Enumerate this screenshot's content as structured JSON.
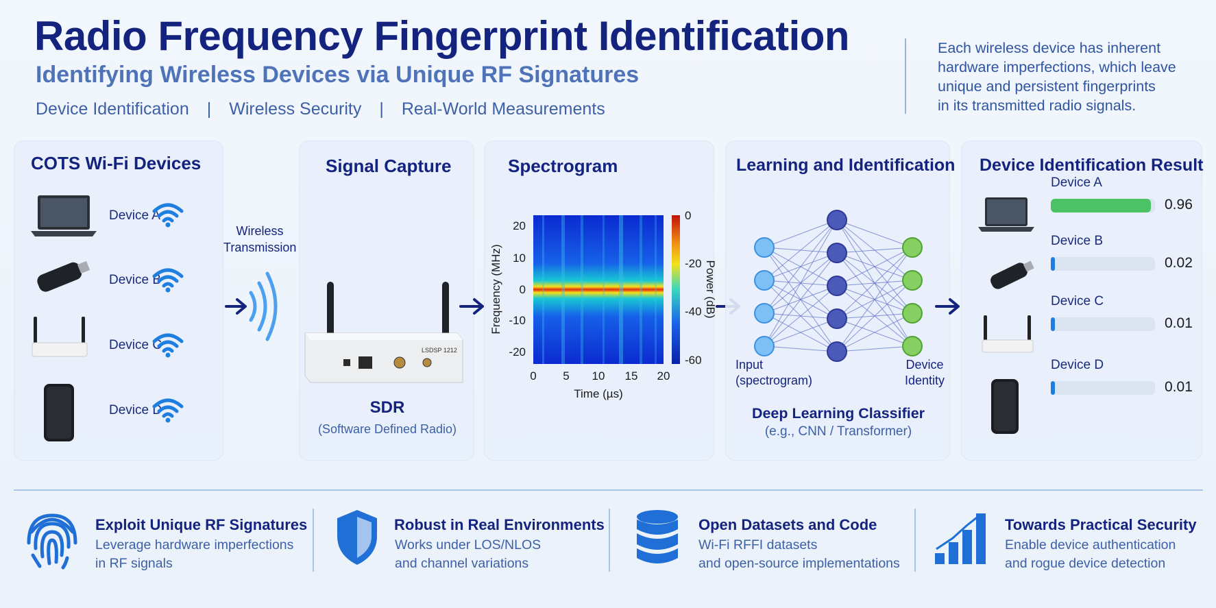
{
  "header": {
    "title": "Radio Frequency Fingerprint Identification",
    "subtitle": "Identifying Wireless Devices via Unique RF Signatures",
    "tags": [
      "Device Identification",
      "Wireless Security",
      "Real-World Measurements"
    ],
    "separator": "|",
    "description": [
      "Each wireless device has inherent",
      "hardware imperfections, which leave",
      "unique and persistent fingerprints",
      "in its transmitted radio signals."
    ]
  },
  "devices_panel": {
    "title": "COTS Wi-Fi Devices",
    "devices": [
      {
        "label": "Device A",
        "icon": "laptop-icon"
      },
      {
        "label": "Device B",
        "icon": "usb-dongle-icon"
      },
      {
        "label": "Device C",
        "icon": "router-icon"
      },
      {
        "label": "Device D",
        "icon": "smartphone-icon"
      }
    ]
  },
  "transmission": {
    "line1": "Wireless",
    "line2": "Transmission"
  },
  "capture_panel": {
    "title": "Signal Capture",
    "sdr_label": "SDR",
    "sdr_caption": "(Software Defined Radio)",
    "device_marking": "LSDSP 1212"
  },
  "spectrogram_panel": {
    "title": "Spectrogram",
    "ylabel": "Frequency (MHz)",
    "xlabel": "Time (µs)",
    "colorbar_label": "Power (dB)",
    "y_ticks": [
      "20",
      "10",
      "0",
      "-10",
      "-20"
    ],
    "x_ticks": [
      "0",
      "5",
      "10",
      "15",
      "20"
    ],
    "colorbar_ticks": [
      "0",
      "-20",
      "-40",
      "-60"
    ]
  },
  "learning_panel": {
    "title": "Learning and Identification",
    "input_label": [
      "Input",
      "(spectrogram)"
    ],
    "output_label": [
      "Device",
      "Identity"
    ],
    "classifier_title": "Deep Learning Classifier",
    "classifier_caption": "(e.g., CNN / Transformer)"
  },
  "result_panel": {
    "title": "Device Identification Result",
    "results": [
      {
        "label": "Device A",
        "score": "0.96",
        "value": 0.96,
        "color": "#4cc266"
      },
      {
        "label": "Device B",
        "score": "0.02",
        "value": 0.02,
        "color": "#1f7fe0"
      },
      {
        "label": "Device C",
        "score": "0.01",
        "value": 0.01,
        "color": "#1f7fe0"
      },
      {
        "label": "Device D",
        "score": "0.01",
        "value": 0.01,
        "color": "#1f7fe0"
      }
    ]
  },
  "features": [
    {
      "icon": "fingerprint-icon",
      "title": "Exploit Unique RF Signatures",
      "line1": "Leverage hardware imperfections",
      "line2": "in RF signals"
    },
    {
      "icon": "shield-icon",
      "title": "Robust in Real Environments",
      "line1": "Works under LOS/NLOS",
      "line2": "and channel variations"
    },
    {
      "icon": "database-icon",
      "title": "Open Datasets and Code",
      "line1": "Wi-Fi RFFI datasets",
      "line2": "and open-source implementations"
    },
    {
      "icon": "bar-chart-icon",
      "title": "Towards Practical Security",
      "line1": "Enable device authentication",
      "line2": "and rogue device detection"
    }
  ],
  "colors": {
    "navy": "#14237e",
    "accent": "#1f7fe0",
    "green": "#4cc266",
    "muted": "#3d5fa6"
  }
}
